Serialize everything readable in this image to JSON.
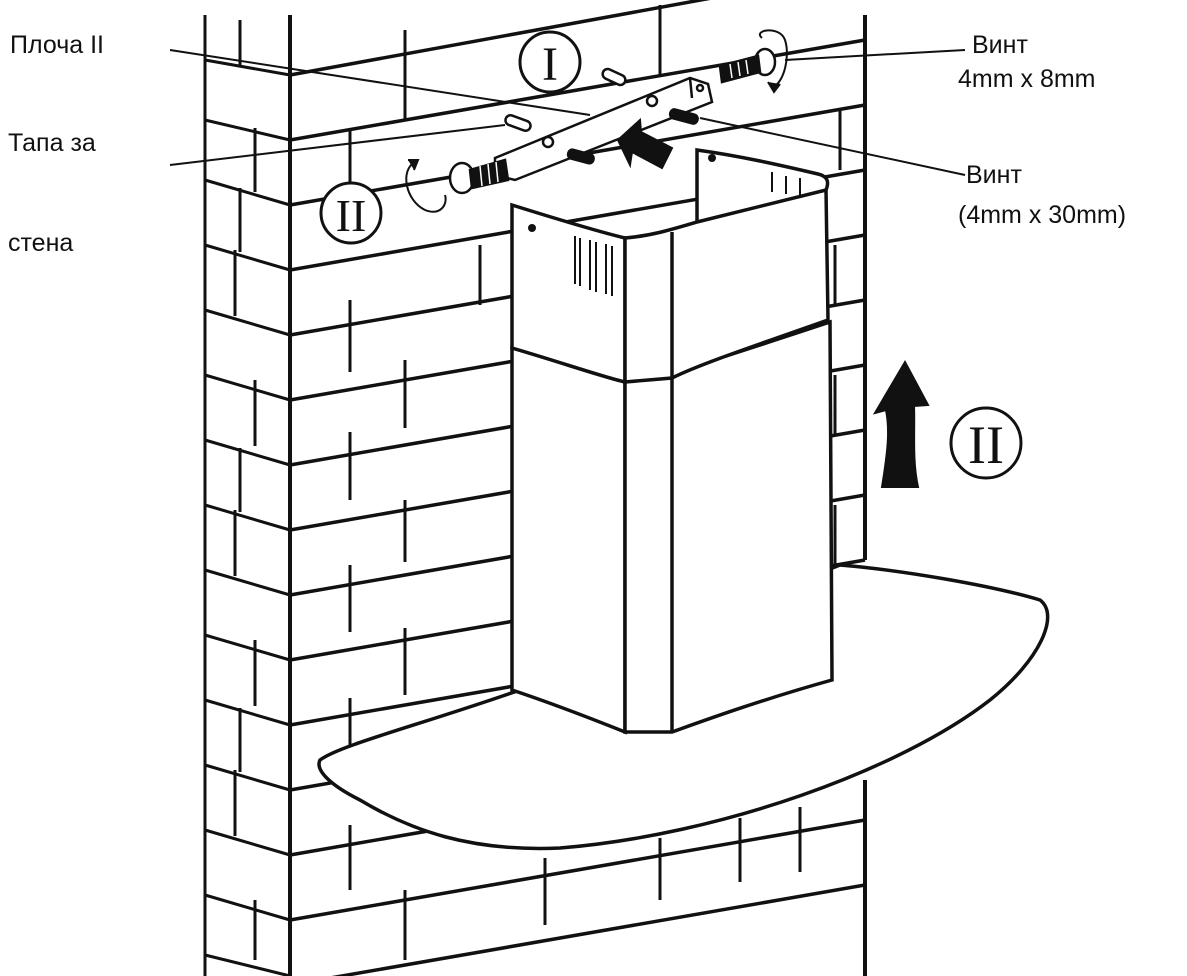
{
  "labels": {
    "plate": "Плоча II",
    "wall_plug_line1": "Тапа за",
    "wall_plug_line2": "стена",
    "screw_small_line1": "Винт",
    "screw_small_line2": "4mm x 8mm",
    "screw_large_line1": "Винт",
    "screw_large_line2": "(4mm x 30mm)"
  },
  "step_markers": {
    "step_1": "I",
    "step_2_left": "II",
    "step_2_right": "II"
  },
  "colors": {
    "ink": "#111111",
    "paper": "#ffffff"
  }
}
